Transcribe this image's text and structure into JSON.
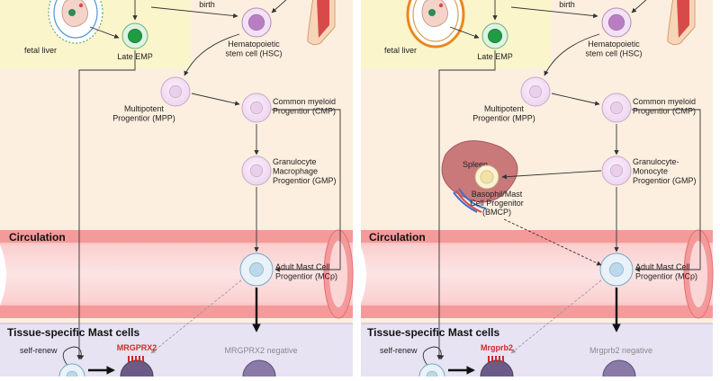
{
  "panels": [
    {
      "id": "human",
      "labels": {
        "birth": "birth",
        "fetal_liver": "fetal liver",
        "late_emp": "Late EMP",
        "hsc": [
          "Hematopoietic",
          "stem cell (HSC)"
        ],
        "mpp": [
          "Multipotent",
          "Progentior (MPP)"
        ],
        "cmp": [
          "Common myeloid",
          "Progentior (CMP)"
        ],
        "gmp": [
          "Granulocyte",
          "Macrophage",
          "Progentior (GMP)"
        ],
        "circulation": "Circulation",
        "mcp": [
          "Adult Mast Cell",
          "Progentior (MCp)"
        ],
        "tissue": "Tissue-specific Mast cells",
        "self_renew": "self-renew",
        "receptor": "MRGPRX2",
        "negative": "MRGPRX2 negative"
      }
    },
    {
      "id": "mouse",
      "labels": {
        "birth": "birth",
        "fetal_liver": "fetal liver",
        "late_emp": "Late EMP",
        "hsc": [
          "Hematopoietic",
          "stem cell (HSC)"
        ],
        "mpp": [
          "Multipotent",
          "Progentior (MPP)"
        ],
        "cmp": [
          "Common myeloid",
          "Progentior (CMP)"
        ],
        "gmp": [
          "Granulocyte-",
          "Monocyte",
          "Progentior (GMP)"
        ],
        "spleen": "Spleen",
        "bmcp": [
          "Basophil/Mast",
          "Cell Progenitor",
          "(BMCP)"
        ],
        "circulation": "Circulation",
        "mcp": [
          "Adult Mast Cell",
          "Progentior (MCp)"
        ],
        "tissue": "Tissue-specific Mast cells",
        "self_renew": "self-renew",
        "receptor": "Mrgprb2",
        "negative": "Mrgprb2 negative"
      }
    }
  ],
  "colors": {
    "fetal_bg": "#fbf5cc",
    "marrow_bg": "#fcefdf",
    "tissue_bg": "#e7e3f3",
    "vessel": "#f39a9a",
    "receptor_red": "#d12a2a"
  }
}
